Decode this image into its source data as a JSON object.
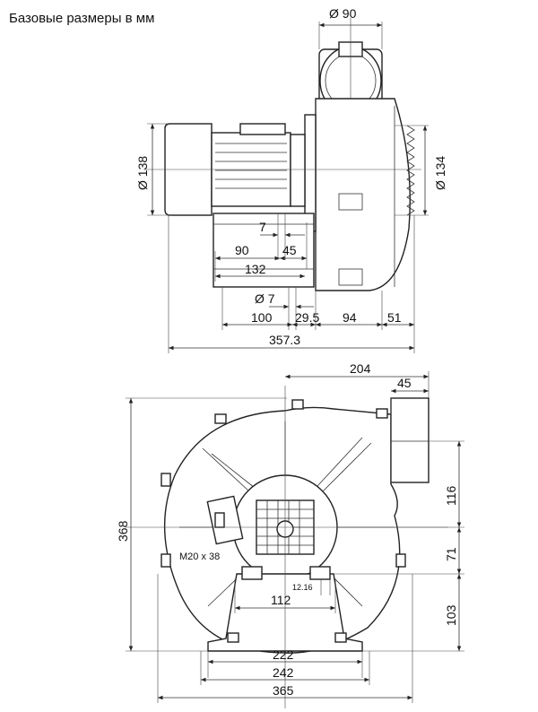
{
  "title": "Базовые размеры в мм",
  "side_view": {
    "d_outlet": "Ø 90",
    "d_motor": "Ø 138",
    "d_housing": "Ø 134",
    "dim_7_top": "7",
    "dim_45": "45",
    "dim_90": "90",
    "dim_132": "132",
    "dim_d7": "Ø 7",
    "dim_100": "100",
    "dim_29_5": "29.5",
    "dim_94": "94",
    "dim_51": "51",
    "dim_357_3": "357.3"
  },
  "front_view": {
    "dim_204": "204",
    "dim_45": "45",
    "dim_368": "368",
    "dim_116": "116",
    "dim_71": "71",
    "dim_103": "103",
    "thread": "M20 x 38",
    "dim_12_16": "12.16",
    "dim_112": "112",
    "dim_222": "222",
    "dim_242": "242",
    "dim_365": "365"
  }
}
